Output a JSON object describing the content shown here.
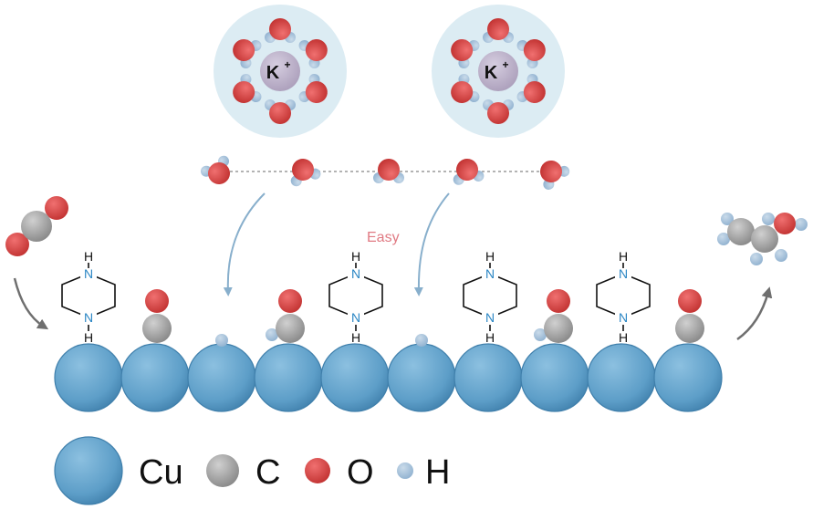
{
  "ion_label": "K",
  "ion_charge": "+",
  "pathway_label": "Easy",
  "amine_atom_label": "N",
  "hydrogen_atom_label": "H",
  "legend": [
    {
      "label": "Cu",
      "color": "#6aa9d1"
    },
    {
      "label": "C",
      "color": "#9f9f9f"
    },
    {
      "label": "O",
      "color": "#d84545"
    },
    {
      "label": "H",
      "color": "#a8c3dc"
    }
  ],
  "colors": {
    "copper": "#6aa9d1",
    "carbon": "#9f9f9f",
    "oxygen": "#d84545",
    "hydrogen": "#a8c3dc",
    "ion": "#b8aec4",
    "hydration_shell": "#dcecf3",
    "easy_text": "#e07a83",
    "arrow": "#88afcc"
  }
}
